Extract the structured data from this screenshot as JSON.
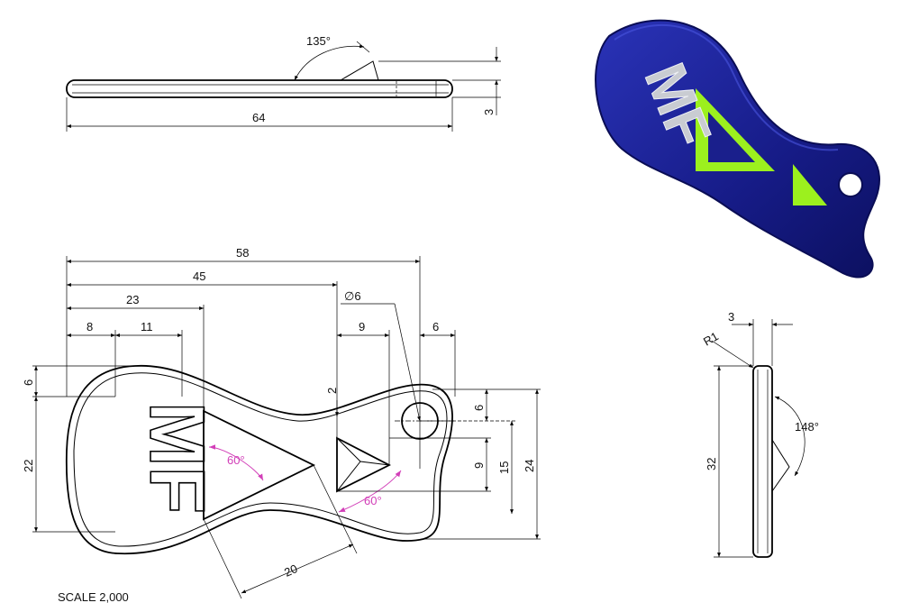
{
  "colors": {
    "line": "#000000",
    "angle_annotation": "#d23fb8",
    "render_body": "#1a1f8c",
    "render_highlight": "#9cf01e",
    "render_text": "#c9ccd2"
  },
  "side_view": {
    "angle": "135°",
    "thickness": "3",
    "length": "64"
  },
  "front_view": {
    "dim_overall": "58",
    "dim_to_small_triangle": "45",
    "dim_to_large_triangle": "23",
    "dim_m_left": "8",
    "dim_m_width": "11",
    "dim_hole": "∅6",
    "dim_small_tri_width": "9",
    "dim_right_offset": "6",
    "dim_gap": "2",
    "dim_top": "6",
    "dim_left_height": "22",
    "dim_hole_height": "6",
    "dim_small_tri_height": "9",
    "dim_15": "15",
    "dim_total_height": "24",
    "dim_slant": "20",
    "angle_large": "60°",
    "angle_small": "60°",
    "engraved_text": "MF"
  },
  "end_view": {
    "width": "3",
    "radius": "R1",
    "height": "32",
    "angle": "148°"
  },
  "render": {
    "engraved_text": "MF"
  },
  "scale_label": "SCALE  2,000"
}
